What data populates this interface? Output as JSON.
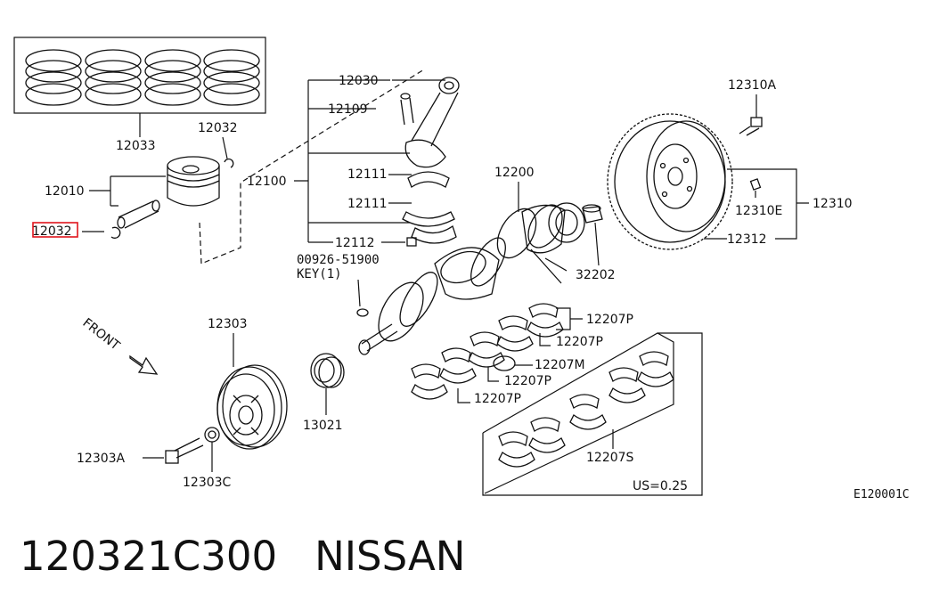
{
  "diagram": {
    "labels": {
      "p12033": "12033",
      "p12032a": "12032",
      "p12010": "12010",
      "p12032b": "12032",
      "p12030": "12030",
      "p12109": "12109",
      "p12100": "12100",
      "p12111a": "12111",
      "p12111b": "12111",
      "p12112": "12112",
      "p00926": "00926-51900",
      "key": "KEY(1)",
      "p12200": "12200",
      "p32202": "32202",
      "p12310A": "12310A",
      "p12310E": "12310E",
      "p12310": "12310",
      "p12312": "12312",
      "p12207P1": "12207P",
      "p12207P2": "12207P",
      "p12207M": "12207M",
      "p12207P3": "12207P",
      "p12207P4": "12207P",
      "p12303": "12303",
      "p13021": "13021",
      "p12303A": "12303A",
      "p12303C": "12303C",
      "p12207S": "12207S",
      "us": "US=0.25",
      "front": "FRONT",
      "figcode": "E120001C"
    },
    "highlight_color": "#e0141c"
  },
  "caption": {
    "part_number": "120321C300",
    "brand": "NISSAN"
  }
}
